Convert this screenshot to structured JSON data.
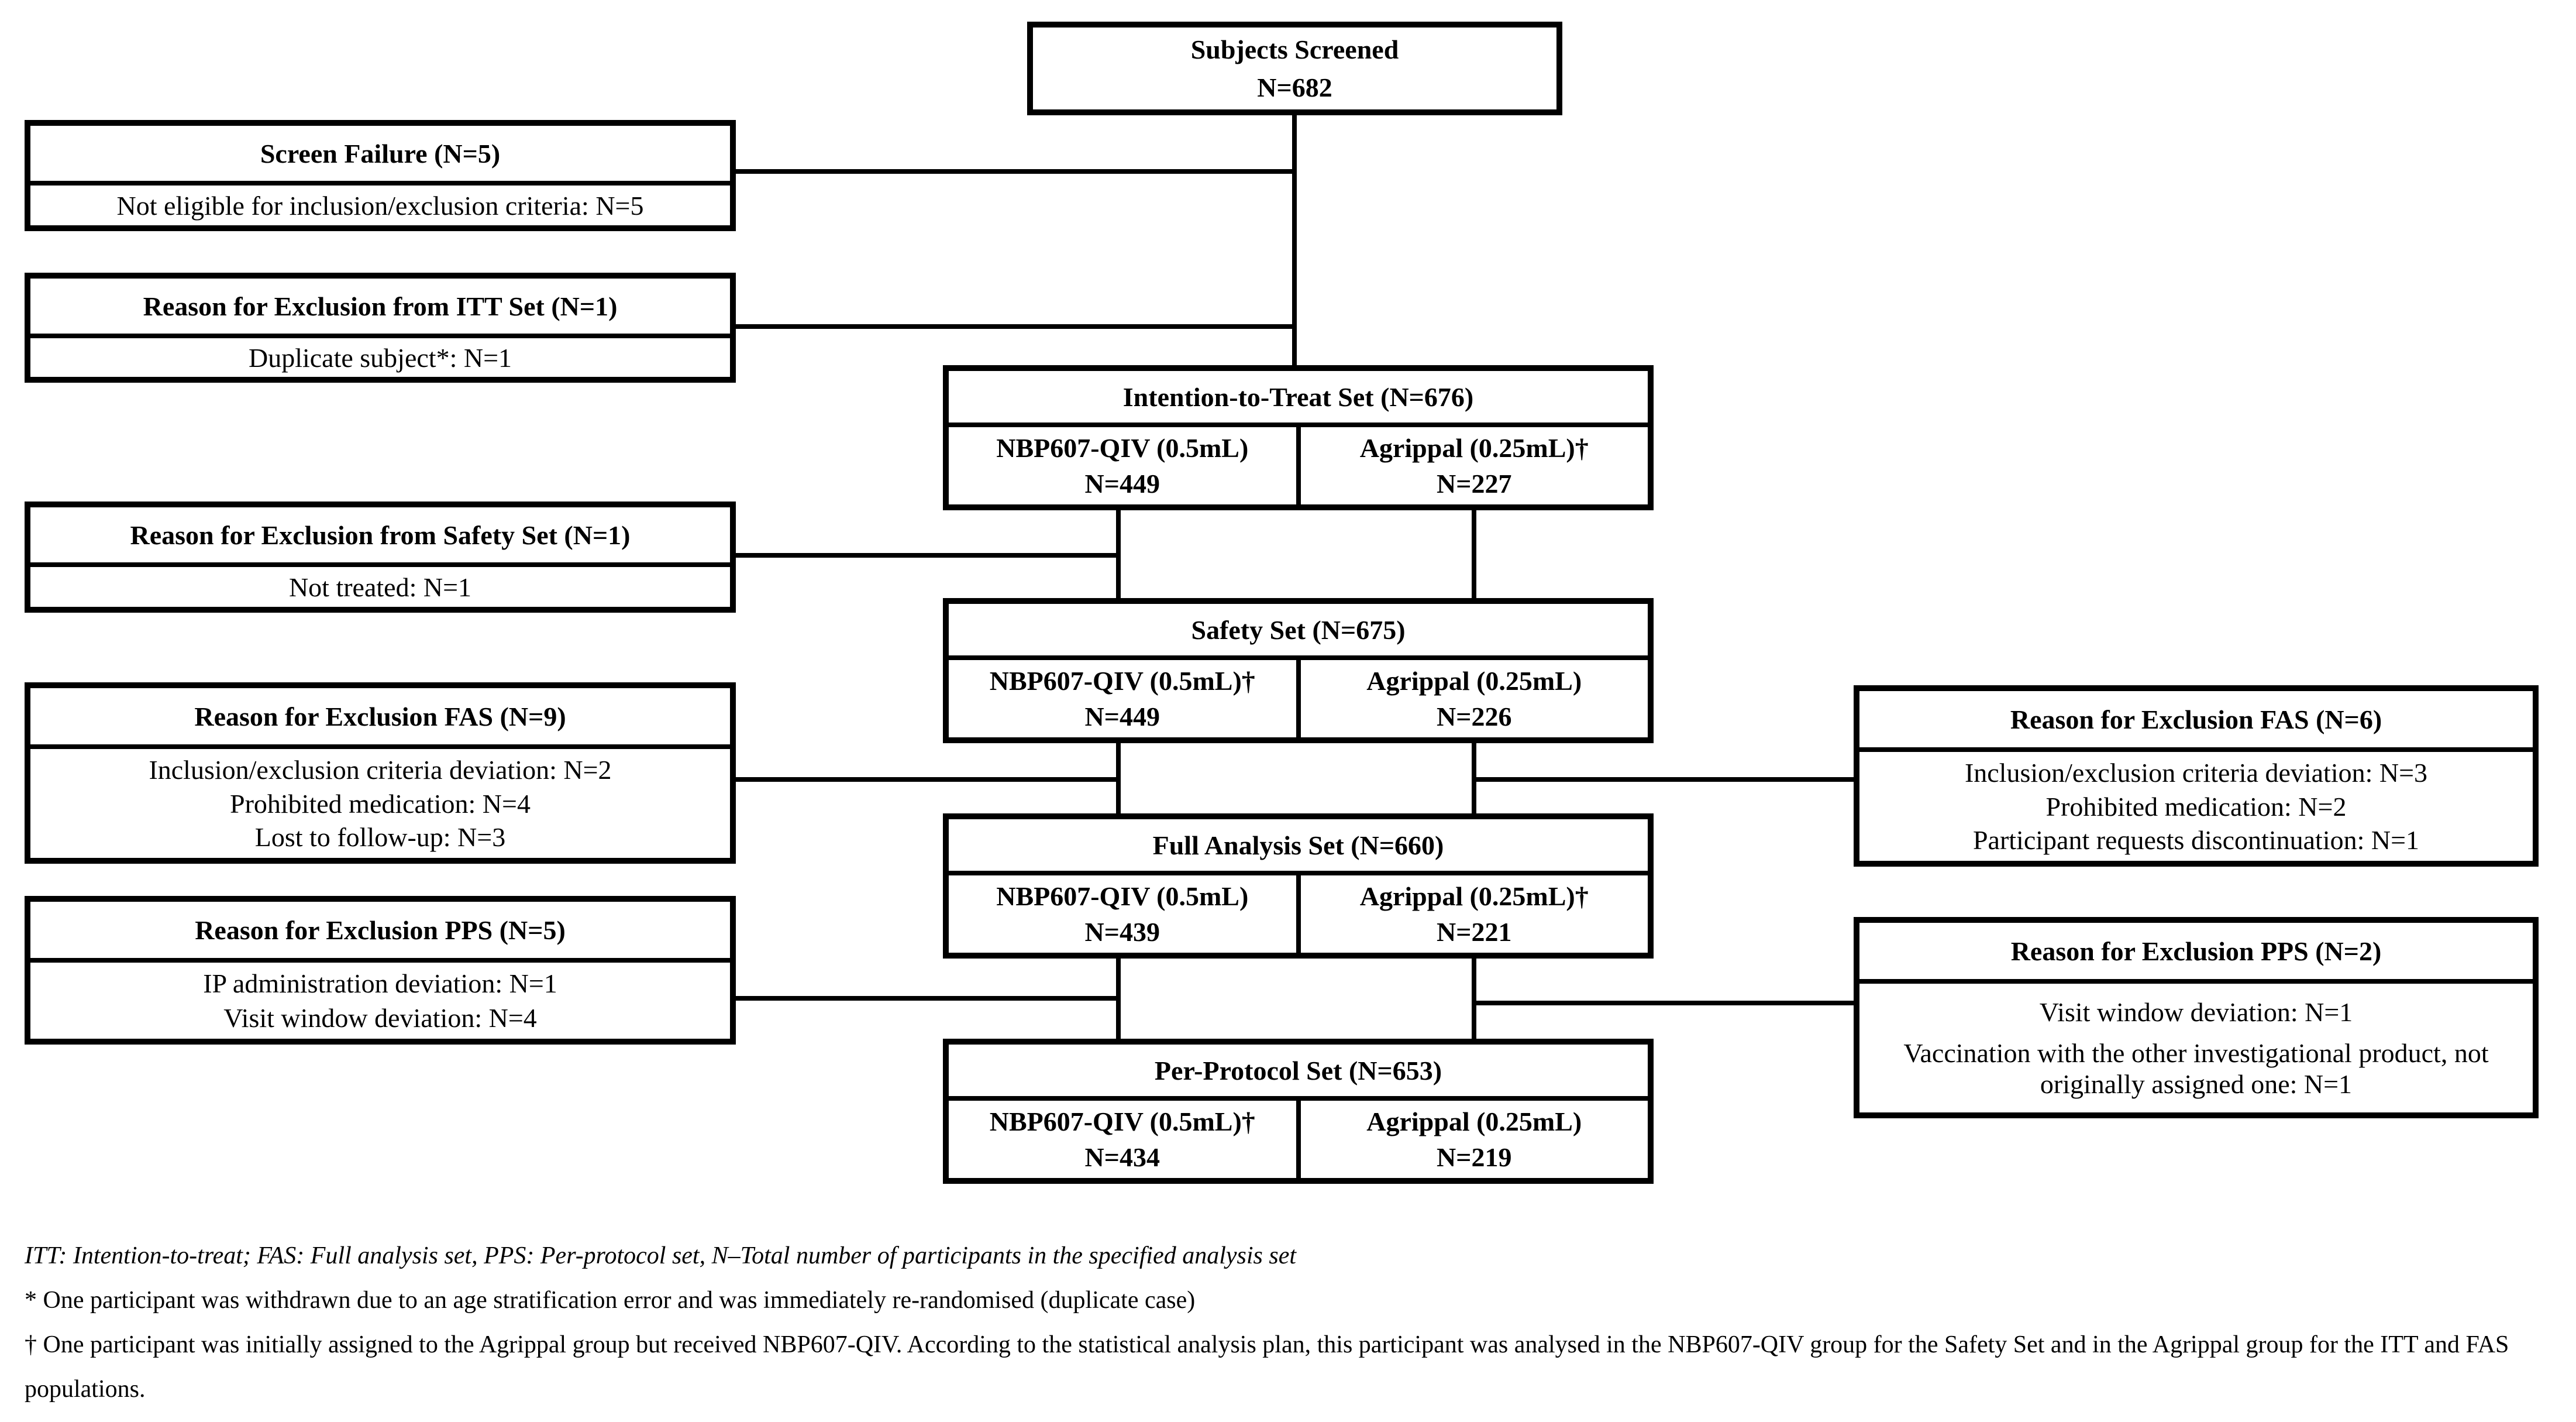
{
  "colors": {
    "line": "#000000",
    "background": "#ffffff",
    "text": "#000000"
  },
  "flow": {
    "screened": {
      "title": "Subjects Screened",
      "n": "N=682"
    },
    "exclusions_left": [
      {
        "title": "Screen Failure (N=5)",
        "lines": [
          "Not eligible for inclusion/exclusion criteria: N=5"
        ]
      },
      {
        "title": "Reason for Exclusion from ITT Set (N=1)",
        "lines": [
          "Duplicate subject*: N=1"
        ]
      },
      {
        "title": "Reason for Exclusion from Safety Set (N=1)",
        "lines": [
          "Not treated: N=1"
        ]
      },
      {
        "title": "Reason for Exclusion FAS (N=9)",
        "lines": [
          "Inclusion/exclusion criteria deviation: N=2",
          "Prohibited medication: N=4",
          "Lost to follow-up: N=3"
        ]
      },
      {
        "title": "Reason for Exclusion PPS (N=5)",
        "lines": [
          "IP administration deviation: N=1",
          "Visit window deviation: N=4"
        ]
      }
    ],
    "exclusions_right": [
      {
        "title": "Reason for Exclusion FAS (N=6)",
        "lines": [
          "Inclusion/exclusion criteria deviation: N=3",
          "Prohibited medication: N=2",
          "Participant requests discontinuation: N=1"
        ]
      },
      {
        "title": "Reason for Exclusion PPS (N=2)",
        "lines": [
          "Visit window deviation: N=1",
          "Vaccination with the other investigational product, not originally assigned one: N=1"
        ]
      }
    ],
    "sets": [
      {
        "title": "Intention-to-Treat Set (N=676)",
        "left": {
          "name": "NBP607-QIV (0.5mL)",
          "n": "N=449"
        },
        "right": {
          "name": "Agrippal (0.25mL)†",
          "n": "N=227"
        }
      },
      {
        "title": "Safety Set (N=675)",
        "left": {
          "name": "NBP607-QIV (0.5mL)†",
          "n": "N=449"
        },
        "right": {
          "name": "Agrippal (0.25mL)",
          "n": "N=226"
        }
      },
      {
        "title": "Full Analysis Set (N=660)",
        "left": {
          "name": "NBP607-QIV (0.5mL)",
          "n": "N=439"
        },
        "right": {
          "name": "Agrippal (0.25mL)†",
          "n": "N=221"
        }
      },
      {
        "title": "Per-Protocol Set (N=653)",
        "left": {
          "name": "NBP607-QIV (0.5mL)†",
          "n": "N=434"
        },
        "right": {
          "name": "Agrippal (0.25mL)",
          "n": "N=219"
        }
      }
    ],
    "footnotes": [
      "ITT: Intention-to-treat; FAS: Full analysis set, PPS: Per-protocol set, N–Total number of participants in the specified analysis set",
      "* One participant was withdrawn due to an age stratification error and was immediately re-randomised (duplicate case)",
      "† One participant was initially assigned to the Agrippal group but received NBP607-QIV. According to the statistical analysis plan, this participant was analysed in the NBP607-QIV group for the Safety Set and in the Agrippal group for the ITT and FAS populations."
    ]
  }
}
